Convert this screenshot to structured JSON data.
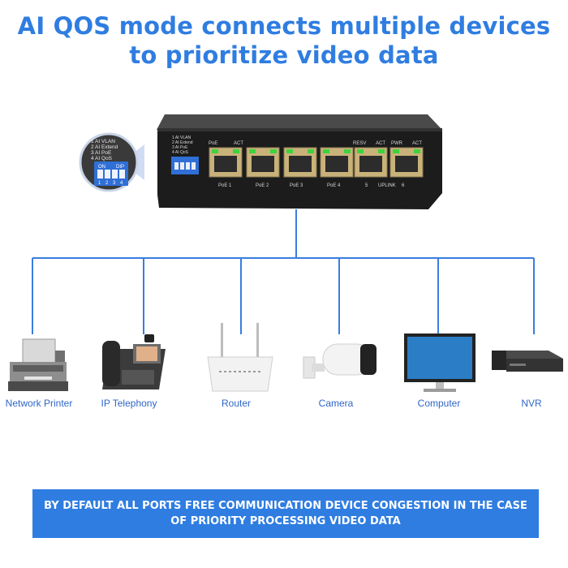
{
  "headline": {
    "line1": "AI QOS mode connects multiple devices",
    "line2": "to prioritize video data"
  },
  "dip_switch": {
    "modes": [
      "1 AI VLAN",
      "2 AI Extend",
      "3 AI PoE",
      "4 AI QoS"
    ],
    "on_label": "ON",
    "dip_label": "DIP",
    "numbers": [
      "1",
      "2",
      "3",
      "4"
    ]
  },
  "switch_panel": {
    "top_labels": [
      "PoE",
      "ACT",
      "RESV",
      "ACT",
      "PWR",
      "ACT"
    ],
    "bottom_labels": [
      "PoE 1",
      "PoE 2",
      "PoE 3",
      "PoE 4",
      "5",
      "UPLINK",
      "6"
    ]
  },
  "devices": [
    {
      "label": "Network Printer",
      "icon": "printer-icon"
    },
    {
      "label": "IP Telephony",
      "icon": "ip-phone-icon"
    },
    {
      "label": "Router",
      "icon": "router-icon"
    },
    {
      "label": "Camera",
      "icon": "camera-icon"
    },
    {
      "label": "Computer",
      "icon": "monitor-icon"
    },
    {
      "label": "NVR",
      "icon": "nvr-icon"
    }
  ],
  "banner": {
    "text": "BY DEFAULT ALL PORTS FREE COMMUNICATION DEVICE CONGESTION IN THE CASE OF PRIORITY PROCESSING VIDEO DATA"
  },
  "colors": {
    "accent": "#2f7de1",
    "label_blue": "#2f66c6",
    "connector": "#3a7ee0",
    "port_led": "#3ed23e"
  }
}
